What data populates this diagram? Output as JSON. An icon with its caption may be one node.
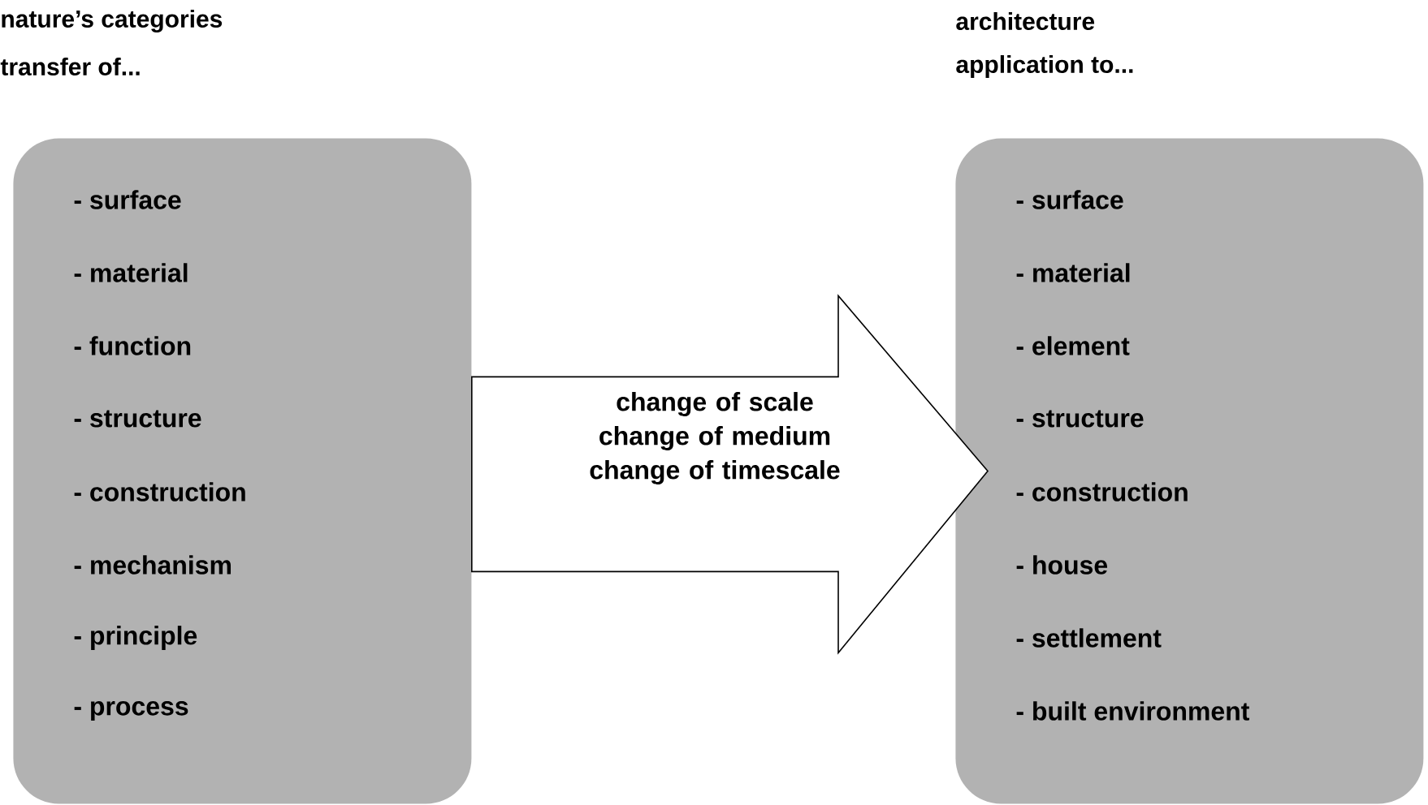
{
  "diagram": {
    "nodes": [
      {
        "text": [
          "nature’s categories",
          "transfer of...",
          "- surface",
          "- material",
          "- function",
          "- structure",
          "- construction",
          "- mechanism",
          "- principle",
          "- process"
        ]
      },
      {
        "text": [
          "architecture",
          "application to...",
          "- surface",
          "- material",
          "- element",
          "- structure",
          "- construction",
          "- house",
          "- settlement",
          "- built environment"
        ]
      }
    ],
    "edges": [
      {
        "from": 0,
        "to": 1,
        "arrow": "to",
        "label": "change of scale change of medium change of timescale"
      }
    ]
  }
}
